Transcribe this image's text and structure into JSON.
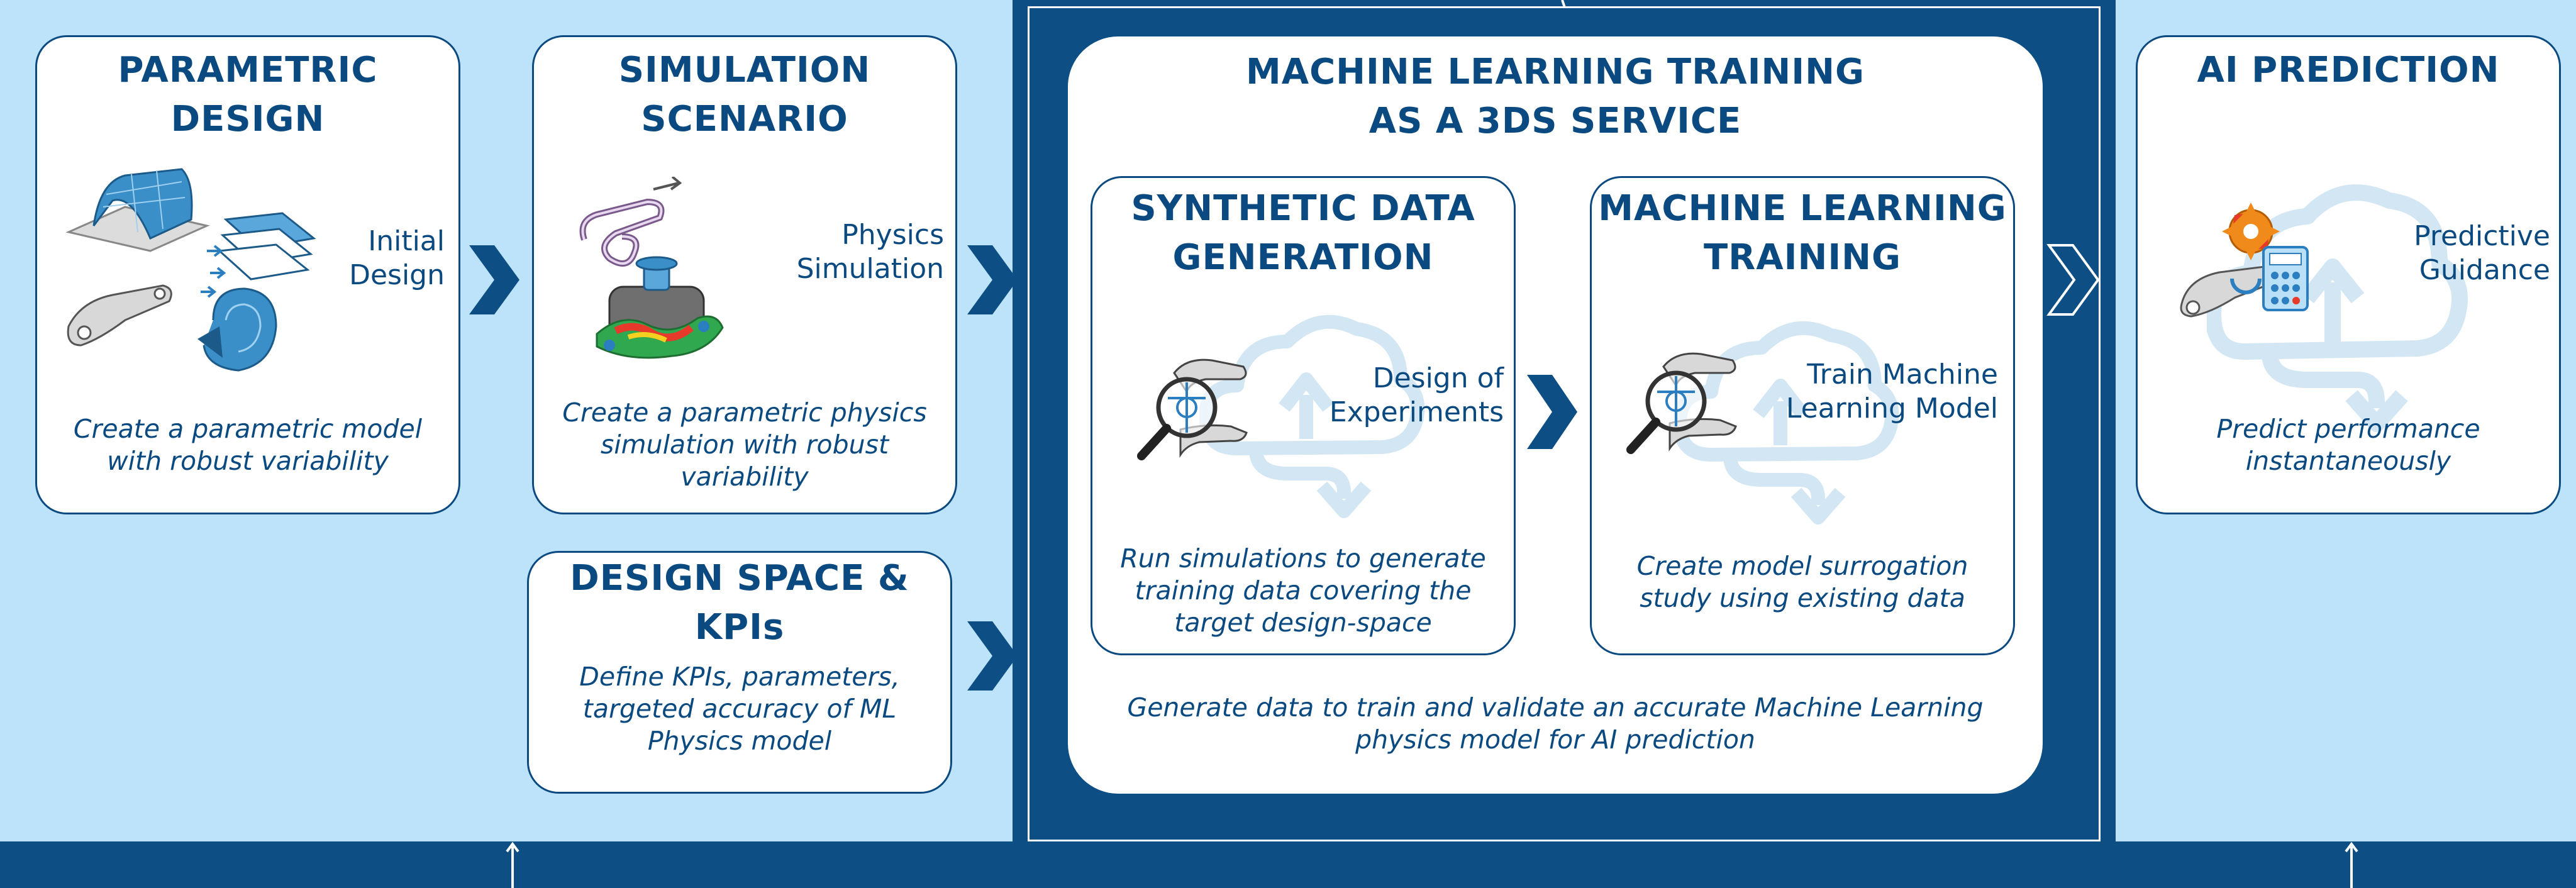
{
  "colors": {
    "dark_blue": "#0d4f85",
    "light_blue": "#bde3fb",
    "card_border": "#0b4a80",
    "text": "#0b4a80",
    "cloud": "#d3e6f3"
  },
  "parametric_design": {
    "title_line1": "PARAMETRIC",
    "title_line2": "DESIGN",
    "side_line1": "Initial",
    "side_line2": "Design",
    "desc_line1": "Create a parametric model",
    "desc_line2": "with robust variability",
    "icon": "cad-parts-icon"
  },
  "simulation_scenario": {
    "title_line1": "SIMULATION",
    "title_line2": "SCENARIO",
    "side_line1": "Physics",
    "side_line2": "Simulation",
    "desc_line1": "Create a parametric physics",
    "desc_line2": "simulation with robust",
    "desc_line3": "variability",
    "icon": "physics-simulation-icon"
  },
  "design_space": {
    "title_line1": "DESIGN SPACE &",
    "title_line2": "KPIs",
    "desc_line1": "Define KPIs, parameters,",
    "desc_line2": "targeted accuracy of ML",
    "desc_line3": "Physics model"
  },
  "ml_service": {
    "title_line1": "MACHINE LEARNING TRAINING",
    "title_line2": "AS A 3DS SERVICE",
    "desc_line1": "Generate data to train and validate an accurate Machine Learning",
    "desc_line2": "physics model for AI prediction"
  },
  "synthetic_data": {
    "title_line1": "SYNTHETIC DATA",
    "title_line2": "GENERATION",
    "side_line1": "Design of",
    "side_line2": "Experiments",
    "desc_line1": "Run simulations to generate",
    "desc_line2": "training data covering the",
    "desc_line3": "target design-space",
    "icon": "magnifier-parts-icon"
  },
  "ml_training": {
    "title_line1": "MACHINE LEARNING",
    "title_line2": "TRAINING",
    "side_line1": "Train Machine",
    "side_line2": "Learning Model",
    "desc_line1": "Create model surrogation",
    "desc_line2": "study using existing data",
    "icon": "magnifier-parts-icon"
  },
  "ai_prediction": {
    "title": "AI PREDICTION",
    "side_line1": "Predictive",
    "side_line2": "Guidance",
    "desc_line1": "Predict performance",
    "desc_line2": "instantaneously",
    "icon": "part-gear-calculator-icon"
  }
}
